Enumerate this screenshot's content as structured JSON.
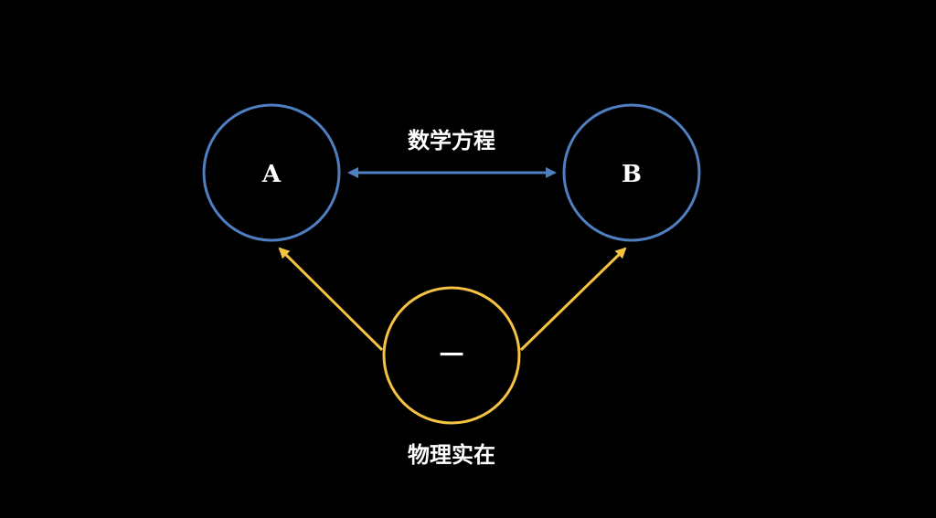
{
  "diagram": {
    "nodes": {
      "a": {
        "label": "A",
        "color": "#4f7fc0"
      },
      "b": {
        "label": "B",
        "color": "#4f7fc0"
      },
      "one": {
        "label": "一",
        "color": "#f5c242"
      }
    },
    "edges": {
      "a_b": {
        "label": "数学方程",
        "color": "#4f7fc0",
        "direction": "both"
      },
      "one_a": {
        "color": "#f5c242",
        "direction": "to-a"
      },
      "one_b": {
        "color": "#f5c242",
        "direction": "to-b"
      }
    },
    "caption": "物理实在"
  }
}
